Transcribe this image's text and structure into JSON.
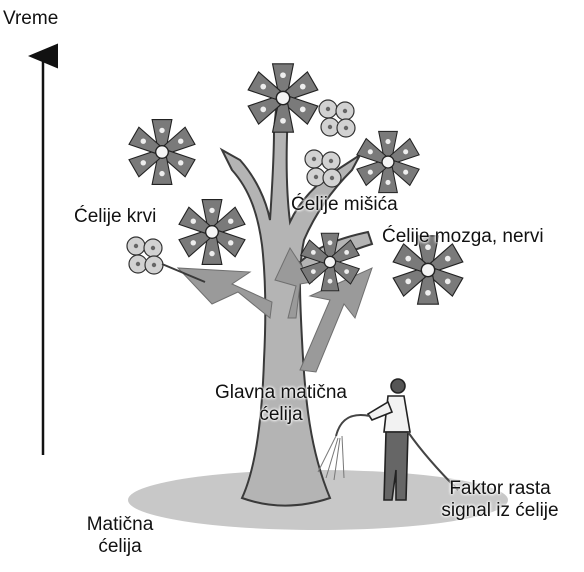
{
  "diagram": {
    "axis_label": "Vreme",
    "labels": {
      "blood_cells": "Ćelije krvi",
      "muscle_cells": "Ćelije mišića",
      "brain_nerve_cells": "Ćelije mozga, nervi",
      "main_stem_cell_line1": "Glavna matična",
      "main_stem_cell_line2": "ćelija",
      "growth_factor_line1": "Faktor rasta",
      "growth_factor_line2": "signal iz ćelije",
      "stem_cell_line1": "Matična",
      "stem_cell_line2": "ćelija"
    },
    "colors": {
      "ink": "#111111",
      "trunk_fill": "#b4b4b4",
      "trunk_stroke": "#3a3a3a",
      "arrow_fill": "#9a9a9a",
      "ground": "#c8c8c8",
      "petal": "#7a7a7a",
      "cell": "#d2d2d2"
    }
  }
}
